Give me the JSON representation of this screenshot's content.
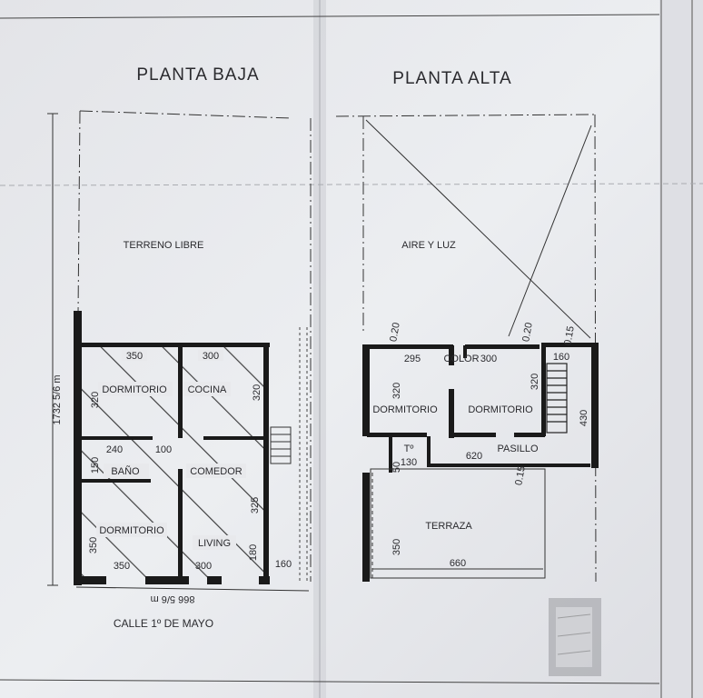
{
  "planta_baja": {
    "title": "PLANTA BAJA",
    "open_lot": "TERRENO LIBRE",
    "rooms": {
      "dormitorio_1": "DORMITORIO",
      "cocina": "COCINA",
      "bano": "BAÑO",
      "comedor": "COMEDOR",
      "dormitorio_2": "DORMITORIO",
      "living": "LIVING"
    },
    "dimensions": {
      "top_left": "350",
      "top_right": "300",
      "left_upper": "320",
      "right_upper": "320",
      "bano_width": "240",
      "hall_width": "100",
      "bano_height": "150",
      "left_lower": "350",
      "comedor_height": "325",
      "living_height": "180",
      "bottom_left": "350",
      "bottom_right": "300",
      "side": "160"
    },
    "lot_length": "1732 5/6 m",
    "frontage": "866 5/6 m",
    "street": "CALLE 1º DE MAYO"
  },
  "planta_alta": {
    "title": "PLANTA ALTA",
    "open_area": "AIRE Y LUZ",
    "rooms": {
      "dormitorio_1": "DORMITORIO",
      "dormitorio_2": "DORMITORIO",
      "pasillo": "PASILLO",
      "terraza": "TERRAZA",
      "closet": "COLOR",
      "toilet": "Tº"
    },
    "dimensions": {
      "dorm1_width": "295",
      "dorm2_width": "300",
      "stair_width": "160",
      "dorm1_height": "320",
      "dorm2_height": "320",
      "right_height": "430",
      "pasillo_width": "620",
      "toilet_width": "130",
      "toilet_height": "50",
      "terraza_height": "350",
      "terraza_width": "660",
      "wall_1": "0.20",
      "wall_2": "0.20",
      "wall_3": "0.15",
      "wall_4": "0.15"
    }
  }
}
